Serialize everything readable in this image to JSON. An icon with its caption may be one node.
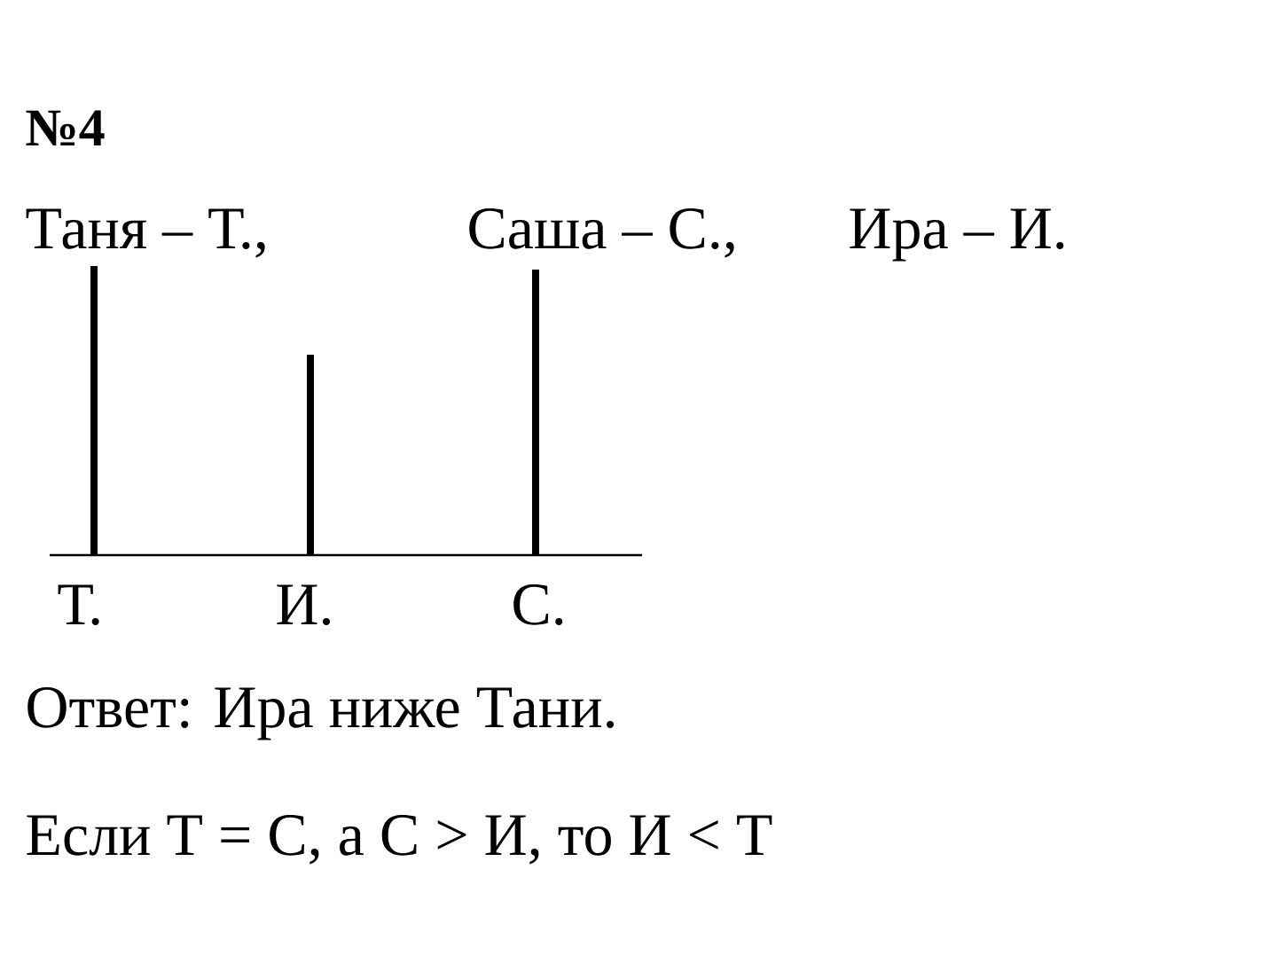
{
  "diagram": {
    "labels": [
      "№4",
      "Таня – Т.,",
      "Саша – С.,",
      "Ира – И.",
      "Т.",
      "И.",
      "С.",
      "Ответ: Ира ниже Тани.",
      "Если Т = С, а С > И, то И < Т"
    ]
  }
}
